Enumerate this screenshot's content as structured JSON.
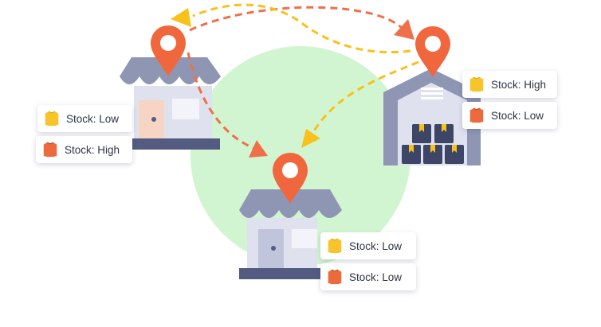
{
  "colors": {
    "circle": "#d2f5d1",
    "pin": "#f0673d",
    "awning": "#8e96b4",
    "building": "#dfe1ee",
    "base": "#535b81",
    "arrow_orange": "#ef7048",
    "arrow_yellow": "#f8c11b",
    "yellow_shirt": "#f7c52b",
    "orange_shirt": "#ec6a3c"
  },
  "locations": [
    {
      "id": "store-left",
      "stocks": [
        {
          "item": "yellow-shirt-icon",
          "text": "Stock: Low"
        },
        {
          "item": "orange-shirt-icon",
          "text": "Stock: High"
        }
      ]
    },
    {
      "id": "warehouse",
      "stocks": [
        {
          "item": "yellow-shirt-icon",
          "text": "Stock: High"
        },
        {
          "item": "orange-shirt-icon",
          "text": "Stock: Low"
        }
      ]
    },
    {
      "id": "store-bottom",
      "stocks": [
        {
          "item": "yellow-shirt-icon",
          "text": "Stock: Low"
        },
        {
          "item": "orange-shirt-icon",
          "text": "Stock: Low"
        }
      ]
    }
  ]
}
